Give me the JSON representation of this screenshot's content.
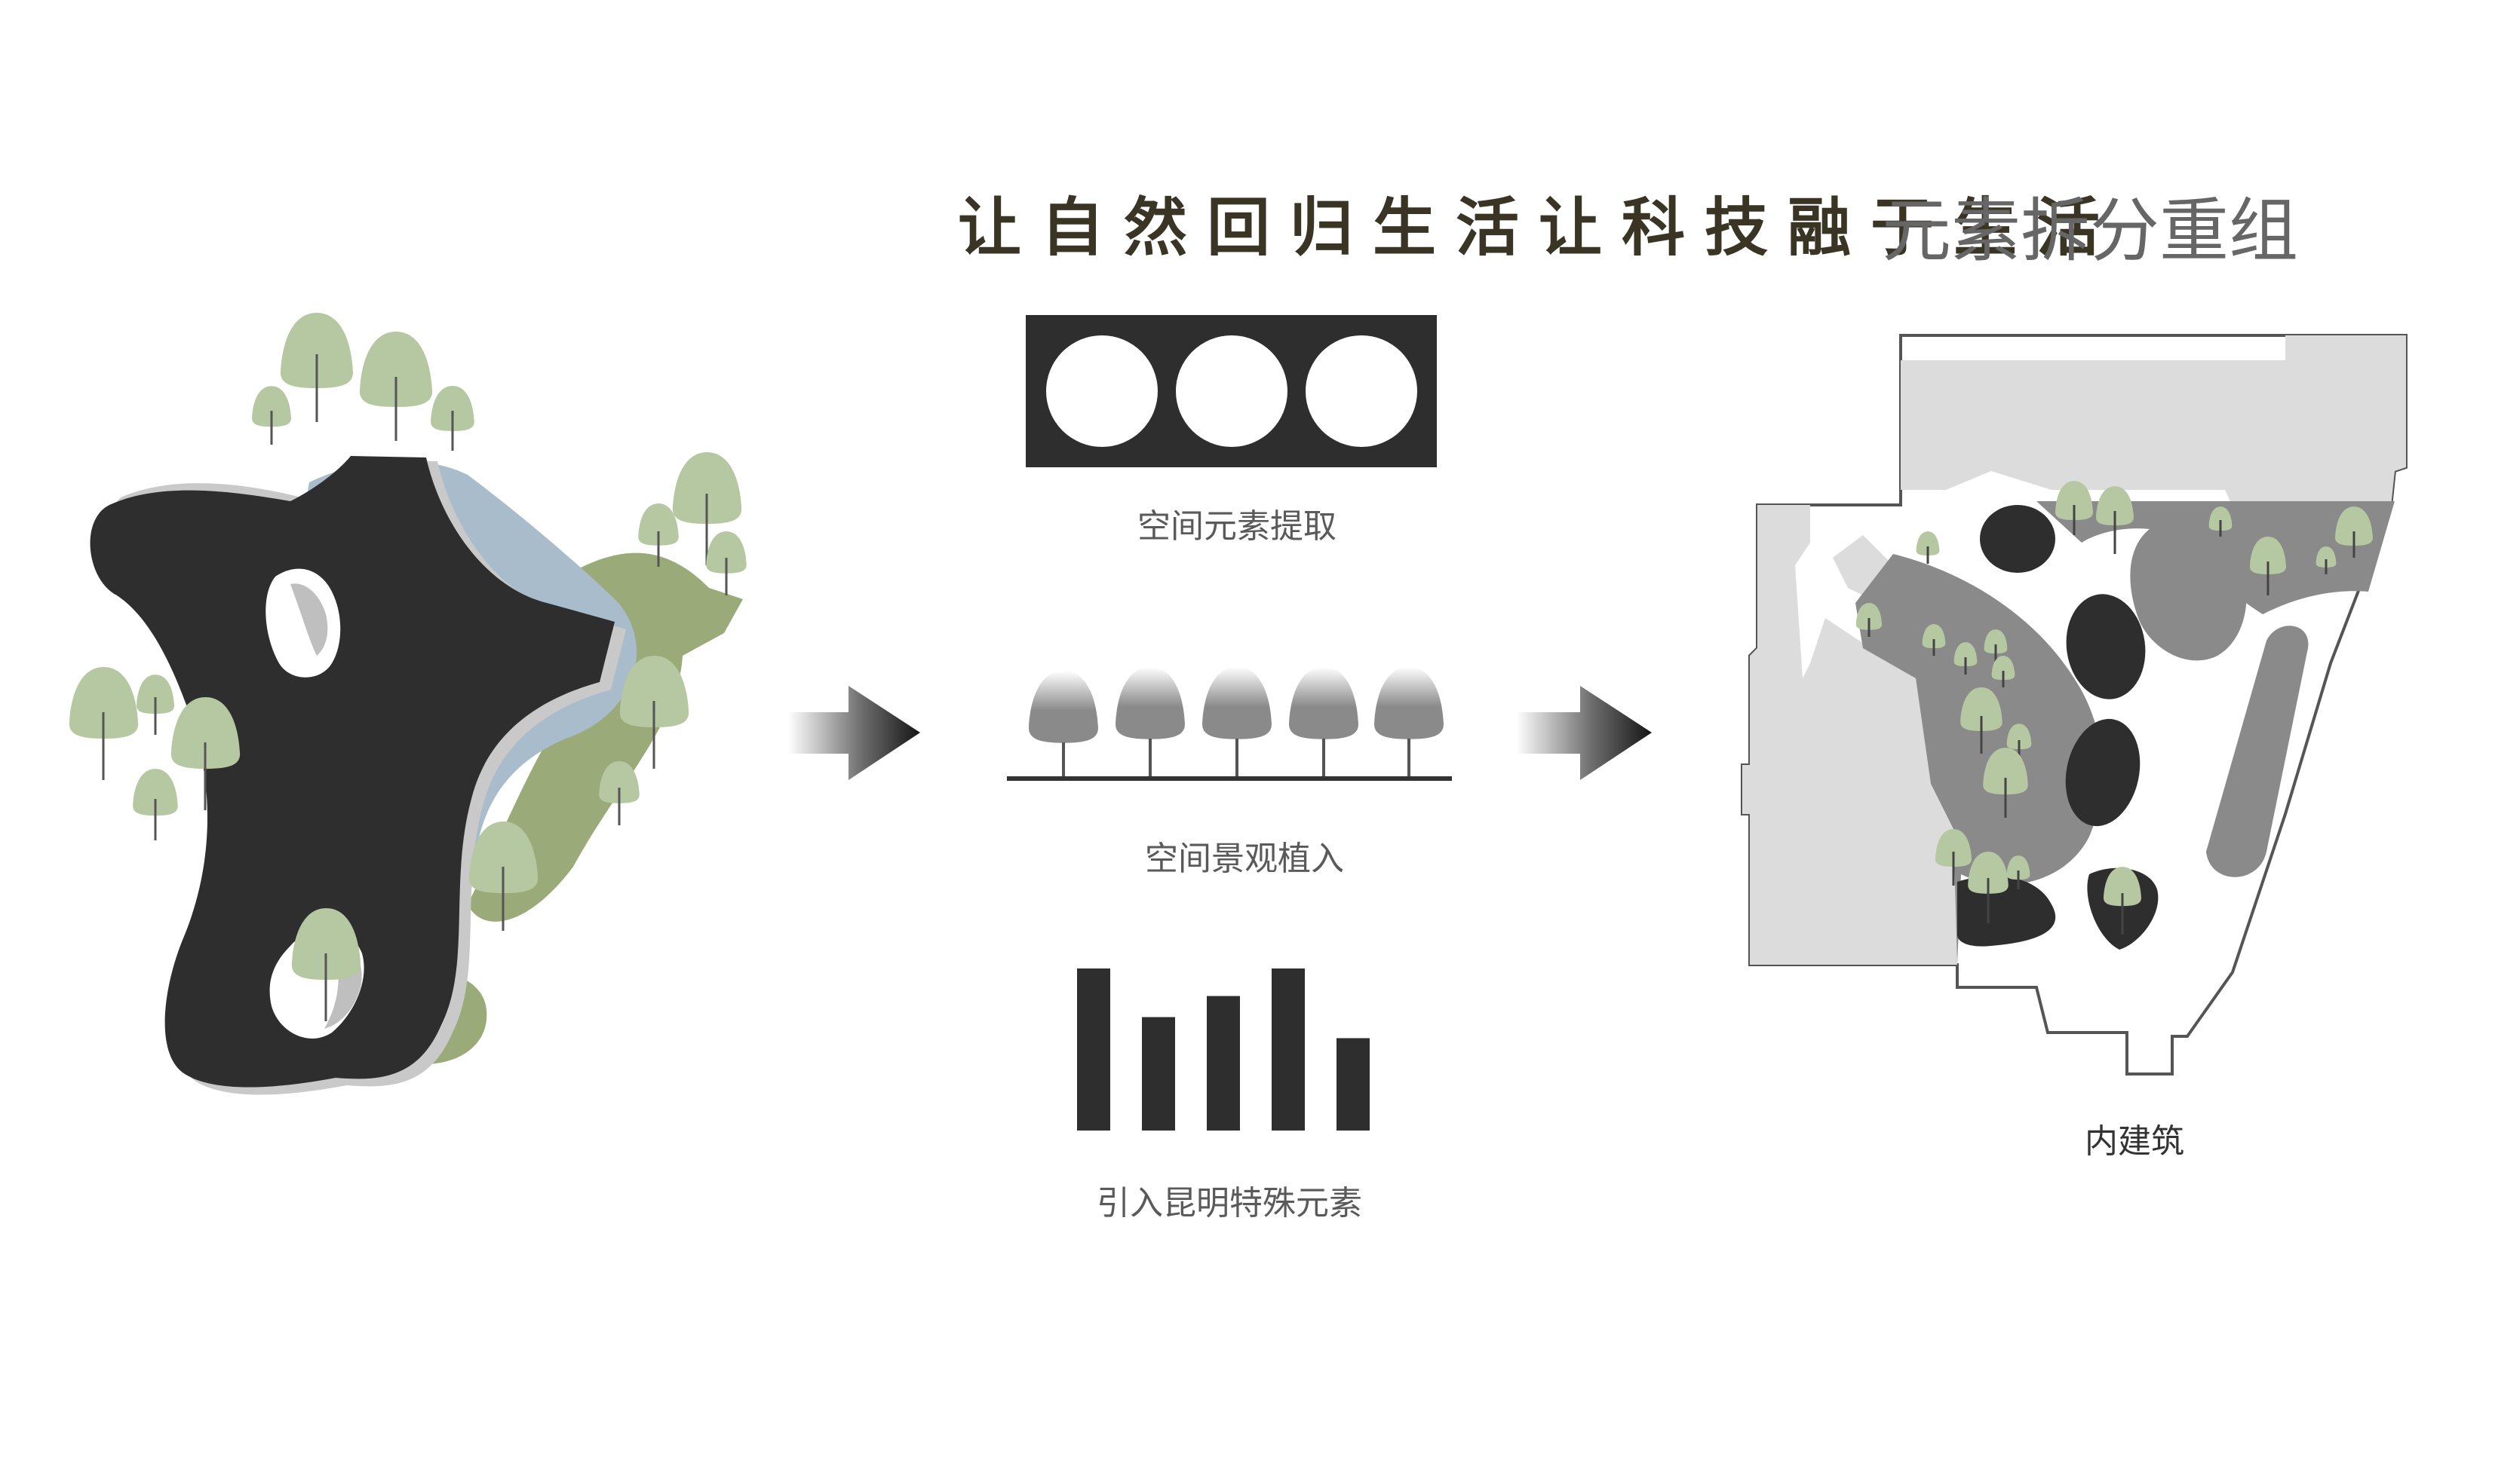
{
  "header": {
    "slogan": "让自然回归生活让科技融于生活",
    "section_title": "元素拆分重组"
  },
  "steps": [
    {
      "label": "空间元素提取"
    },
    {
      "label": "空间景观植入"
    },
    {
      "label": "引入昆明特殊元素"
    }
  ],
  "result": {
    "label": "内建筑"
  },
  "colors": {
    "dark": "#2e2e2e",
    "tree_green": "#b5c8a1",
    "moss_green": "#9aaa78",
    "water_blue": "#a9bccb",
    "site_grey": "#dcdcdc",
    "mid_grey": "#8a8a8a"
  },
  "icons": {
    "arrow_left": "arrow-right-icon",
    "arrow_right": "arrow-right-icon"
  },
  "bar_motif": {
    "values": [
      100,
      70,
      83,
      100,
      57
    ]
  }
}
